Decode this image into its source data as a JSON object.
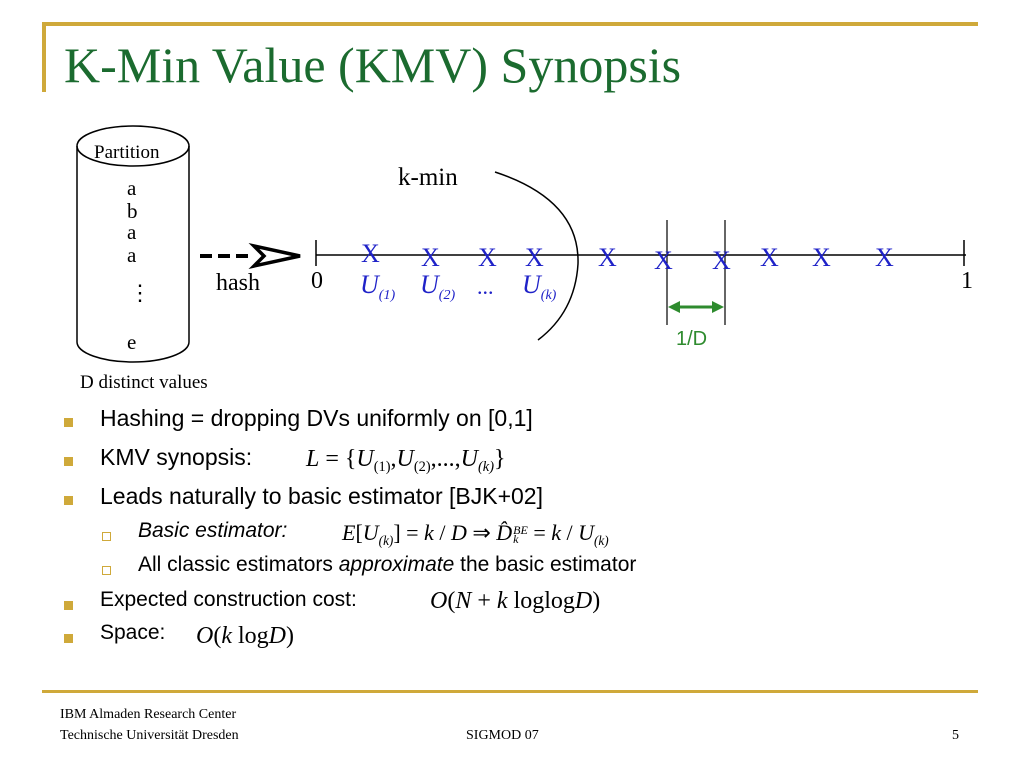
{
  "slide": {
    "title": "K-Min Value (KMV) Synopsis",
    "accent_color": "#CFA93A",
    "title_color": "#1B6B2F"
  },
  "diagram": {
    "cylinder": {
      "header": "Partition",
      "items": [
        "a",
        "b",
        "a",
        "a",
        "⋮",
        "e"
      ],
      "caption": "D distinct values"
    },
    "hash_label": "hash",
    "kmin_label": "k-min",
    "line_start": "0",
    "line_end": "1",
    "x_mark": "X",
    "order_stats": {
      "u1": {
        "base": "U",
        "sub": "(1)"
      },
      "u2": {
        "base": "U",
        "sub": "(2)"
      },
      "ellipsis": "...",
      "uk": {
        "base": "U",
        "sub": "(k)"
      }
    },
    "gap_label": "1/D",
    "mark_color": "#1F22C8",
    "gap_color": "#2E8B2E"
  },
  "bullets": {
    "b1": "Hashing = dropping DVs uniformly on [0,1]",
    "b2": "KMV synopsis:",
    "b3": "Leads naturally to basic estimator [BJK+02]",
    "s1": "Basic estimator:",
    "s2_pre": "All classic estimators ",
    "s2_em": "approximate",
    "s2_post": " the basic estimator",
    "b4": "Expected construction cost:",
    "b5": "Space:"
  },
  "formulas": {
    "kmv": {
      "L": "L",
      "eq": " = {",
      "U": "U",
      "s1": "(1)",
      "s2": "(2)",
      "dots": ",...,",
      "sk": "(k)",
      "close": "}",
      "comma": ","
    },
    "est": {
      "E": "E",
      "lb": "[",
      "U": "U",
      "sk": "(k)",
      "rb": "] = ",
      "k": "k",
      "slash": " / ",
      "D": "D",
      "impl": " ⇒ ",
      "Dhat": "D̂",
      "supBE": "BE",
      "subk": "k",
      "eq2": " = "
    },
    "cost": {
      "O": "O",
      "open": "(",
      "N": "N",
      "plus": " + ",
      "k": "k",
      "fn": " loglog",
      "D": "D",
      "close": ")"
    },
    "space": {
      "O": "O",
      "open": "(",
      "k": "k",
      "fn": " log",
      "D": "D",
      "close": ")"
    }
  },
  "footer": {
    "org1": "IBM Almaden Research Center",
    "org2": "Technische Universität Dresden",
    "venue": "SIGMOD 07",
    "page": "5"
  }
}
